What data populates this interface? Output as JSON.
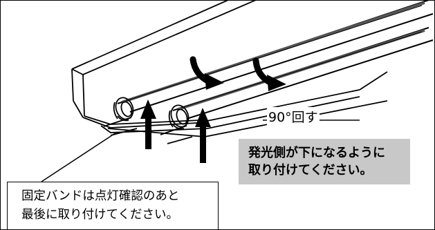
{
  "labels": {
    "rotate": "90°回す",
    "orientation_note": "発光側が下になるように\n取り付けてください。",
    "band_note": "固定バンドは点灯確認のあと\n最後に取り付けてください。"
  },
  "icons": {
    "rotation_arrows": "curved-arrow-down-right",
    "insert_arrows": "arrow-up"
  },
  "colors": {
    "line": "#000000",
    "note_background": "#c8c8c8",
    "background": "#ffffff"
  }
}
